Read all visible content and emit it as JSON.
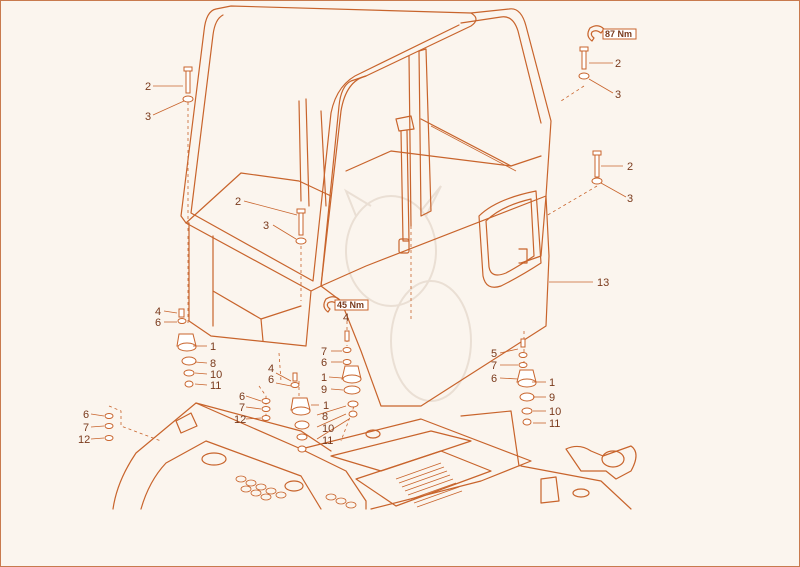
{
  "torque_labels": [
    "87 Nm",
    "45 Nm"
  ],
  "callouts": {
    "c1": "2",
    "c2": "3",
    "c3": "2",
    "c4": "3",
    "c5": "2",
    "c6": "3",
    "c7": "2",
    "c8": "3",
    "c9": "13",
    "c10": "4",
    "c11": "4",
    "c12": "6",
    "c13": "1",
    "c14": "8",
    "c15": "10",
    "c16": "11",
    "c17": "7",
    "c18": "6",
    "c19": "1",
    "c20": "9",
    "c21": "8",
    "c22": "10",
    "c23": "11",
    "c24": "4",
    "c25": "6",
    "c26": "6",
    "c27": "7",
    "c28": "12",
    "c29": "1",
    "c30": "6",
    "c31": "7",
    "c32": "12",
    "c33": "5",
    "c34": "7",
    "c35": "6",
    "c36": "1",
    "c37": "9",
    "c38": "10",
    "c39": "11"
  }
}
